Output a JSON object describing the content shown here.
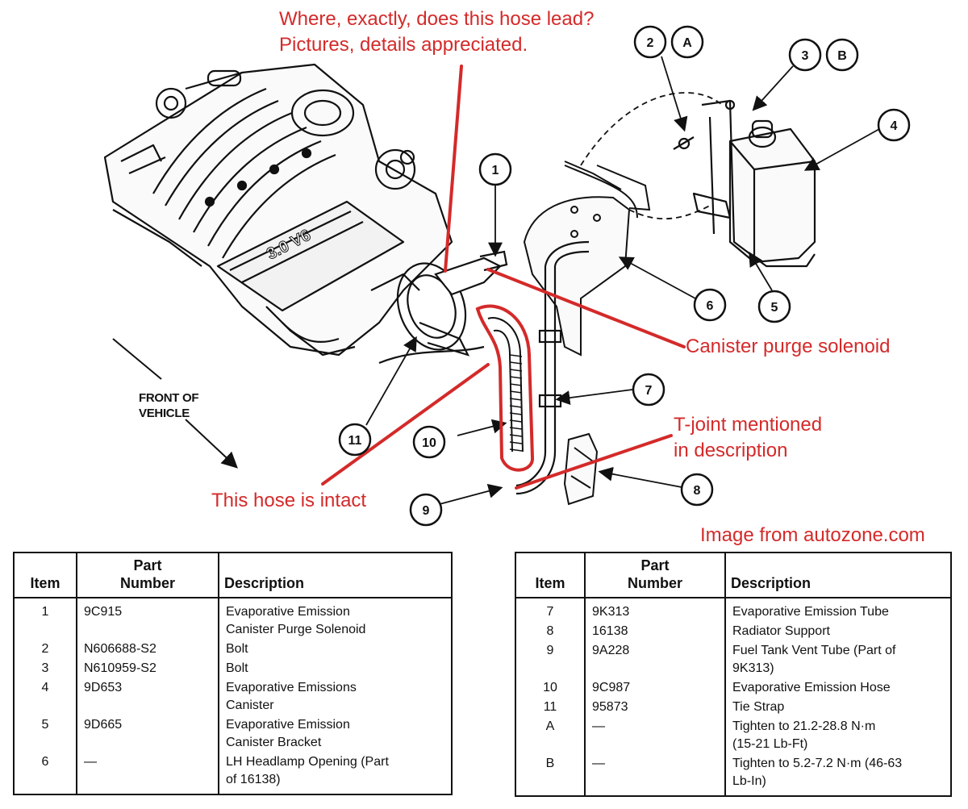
{
  "annotations": {
    "question_line1": "Where, exactly, does this hose lead?",
    "question_line2": "Pictures, details appreciated.",
    "purge_solenoid": "Canister purge solenoid",
    "tjoint_line1": "T-joint mentioned",
    "tjoint_line2": "in description",
    "hose_intact": "This hose is intact",
    "source": "Image from autozone.com"
  },
  "front_label": {
    "line1": "FRONT OF",
    "line2": "VEHICLE"
  },
  "engine_badge": "3.0 V6",
  "callouts": [
    "1",
    "2",
    "A",
    "3",
    "B",
    "4",
    "5",
    "6",
    "7",
    "8",
    "9",
    "10",
    "11"
  ],
  "colors": {
    "annotation_red": "#d42a2a",
    "ink": "#111111"
  },
  "table_headers": {
    "item": "Item",
    "part_line1": "Part",
    "part_line2": "Number",
    "description": "Description"
  },
  "parts_left": [
    {
      "item": "1",
      "part": "9C915",
      "desc1": "Evaporative Emission",
      "desc2": "Canister Purge Solenoid"
    },
    {
      "item": "2",
      "part": "N606688-S2",
      "desc1": "Bolt",
      "desc2": ""
    },
    {
      "item": "3",
      "part": "N610959-S2",
      "desc1": "Bolt",
      "desc2": ""
    },
    {
      "item": "4",
      "part": "9D653",
      "desc1": "Evaporative Emissions",
      "desc2": "Canister"
    },
    {
      "item": "5",
      "part": "9D665",
      "desc1": "Evaporative Emission",
      "desc2": "Canister Bracket"
    },
    {
      "item": "6",
      "part": "—",
      "desc1": "LH Headlamp Opening (Part",
      "desc2": "of 16138)"
    }
  ],
  "parts_right": [
    {
      "item": "7",
      "part": "9K313",
      "desc1": "Evaporative Emission Tube",
      "desc2": ""
    },
    {
      "item": "8",
      "part": "16138",
      "desc1": "Radiator Support",
      "desc2": ""
    },
    {
      "item": "9",
      "part": "9A228",
      "desc1": "Fuel Tank Vent Tube (Part of",
      "desc2": "9K313)"
    },
    {
      "item": "10",
      "part": "9C987",
      "desc1": "Evaporative Emission Hose",
      "desc2": ""
    },
    {
      "item": "11",
      "part": "95873",
      "desc1": "Tie Strap",
      "desc2": ""
    },
    {
      "item": "A",
      "part": "—",
      "desc1": "Tighten to 21.2-28.8 N·m",
      "desc2": "(15-21 Lb-Ft)"
    },
    {
      "item": "B",
      "part": "—",
      "desc1": "Tighten to 5.2-7.2 N·m (46-63",
      "desc2": "Lb-In)"
    }
  ]
}
